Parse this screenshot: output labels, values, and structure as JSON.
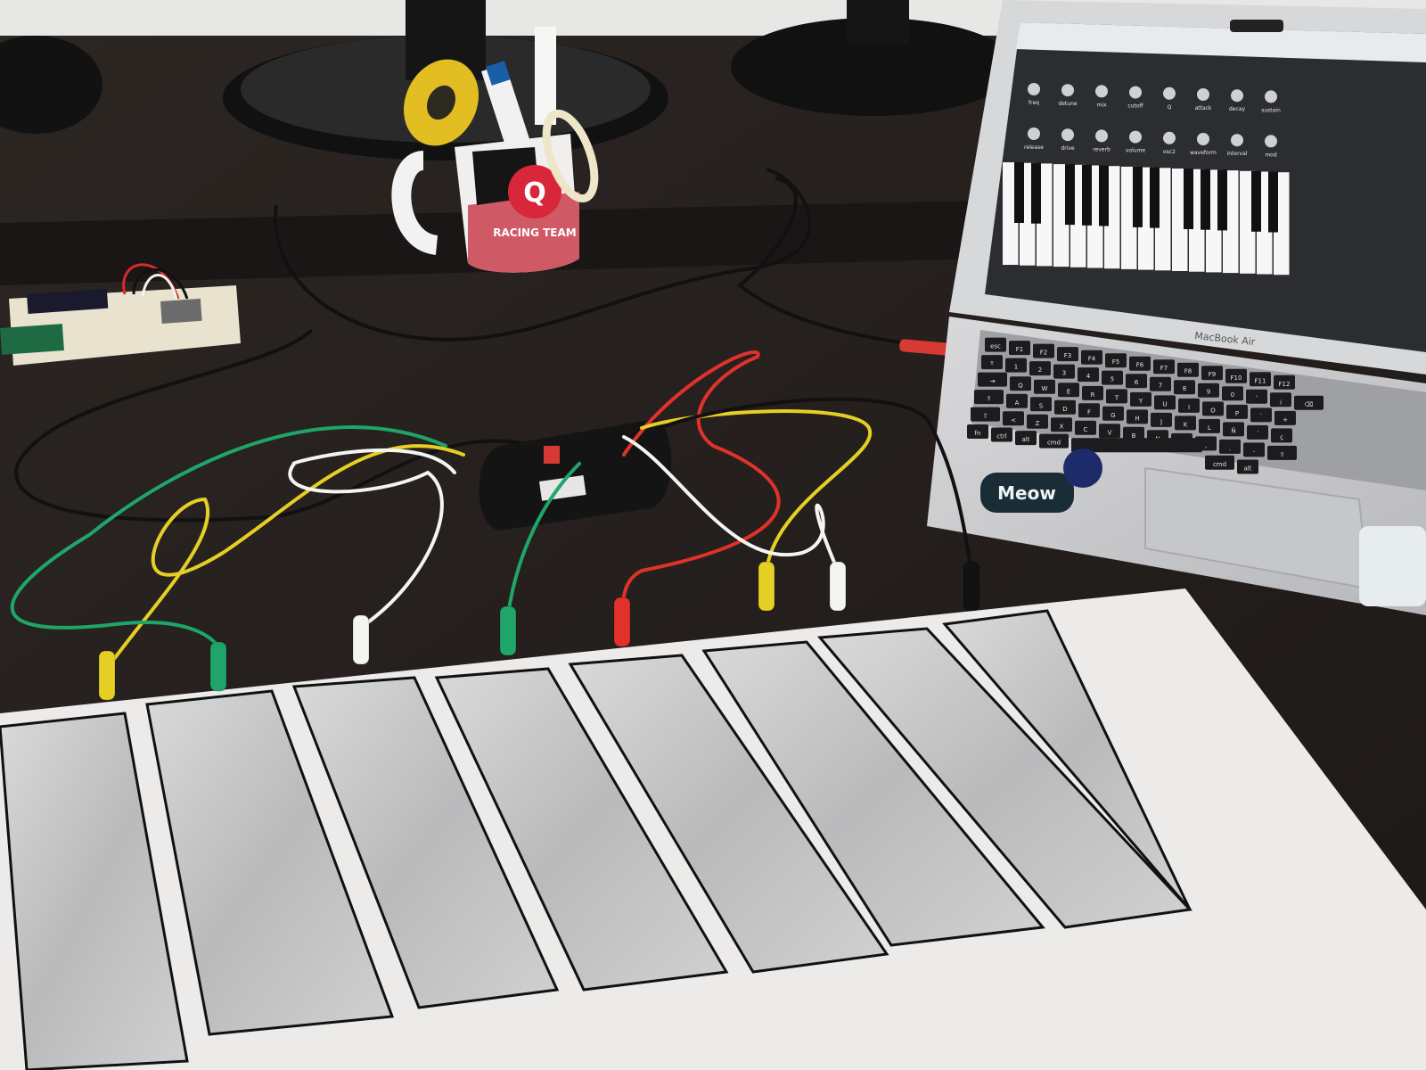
{
  "scene": {
    "laptop": {
      "brand_label": "MacBook Air",
      "screen": {
        "panel_labels": [
          "freq",
          "detune",
          "mix",
          "cutoff",
          "Q",
          "attack",
          "decay",
          "sustain",
          "release",
          "drive",
          "reverb",
          "volume",
          "osc2",
          "waveform",
          "interval",
          "mod"
        ],
        "keyboard": {
          "white_keys": 17,
          "black_pattern": [
            1,
            1,
            0,
            1,
            1,
            1,
            0,
            1,
            1,
            0,
            1,
            1,
            1,
            0,
            1,
            1
          ]
        }
      },
      "keyboard_rows": [
        [
          "esc",
          "F1",
          "F2",
          "F3",
          "F4",
          "F5",
          "F6",
          "F7",
          "F8",
          "F9",
          "F10",
          "F11",
          "F12"
        ],
        [
          "º",
          "1",
          "2",
          "3",
          "4",
          "5",
          "6",
          "7",
          "8",
          "9",
          "0",
          "'",
          "¡",
          "⌫"
        ],
        [
          "⇥",
          "Q",
          "W",
          "E",
          "R",
          "T",
          "Y",
          "U",
          "I",
          "O",
          "P",
          "`",
          "+"
        ],
        [
          "⇪",
          "A",
          "S",
          "D",
          "F",
          "G",
          "H",
          "J",
          "K",
          "L",
          "Ñ",
          "´",
          "ç"
        ],
        [
          "⇧",
          "<",
          "Z",
          "X",
          "C",
          "V",
          "B",
          "N",
          "M",
          ",",
          ".",
          "-",
          "⇧"
        ],
        [
          "fn",
          "ctrl",
          "alt",
          "cmd",
          "",
          "cmd",
          "alt"
        ]
      ],
      "sticker_text": "Meow"
    },
    "mug": {
      "logo_text": "RACING TEAM",
      "logo_letter": "Q"
    },
    "foil_keys": 8,
    "colors": {
      "desk": "#2a2421",
      "paper": "#ecebea",
      "foil": "#c9cacb",
      "wire_green": "#1fa56a",
      "wire_yellow": "#e6cf24",
      "wire_red": "#e0322a",
      "wire_white": "#f4f4f2",
      "wire_black": "#111111"
    }
  }
}
